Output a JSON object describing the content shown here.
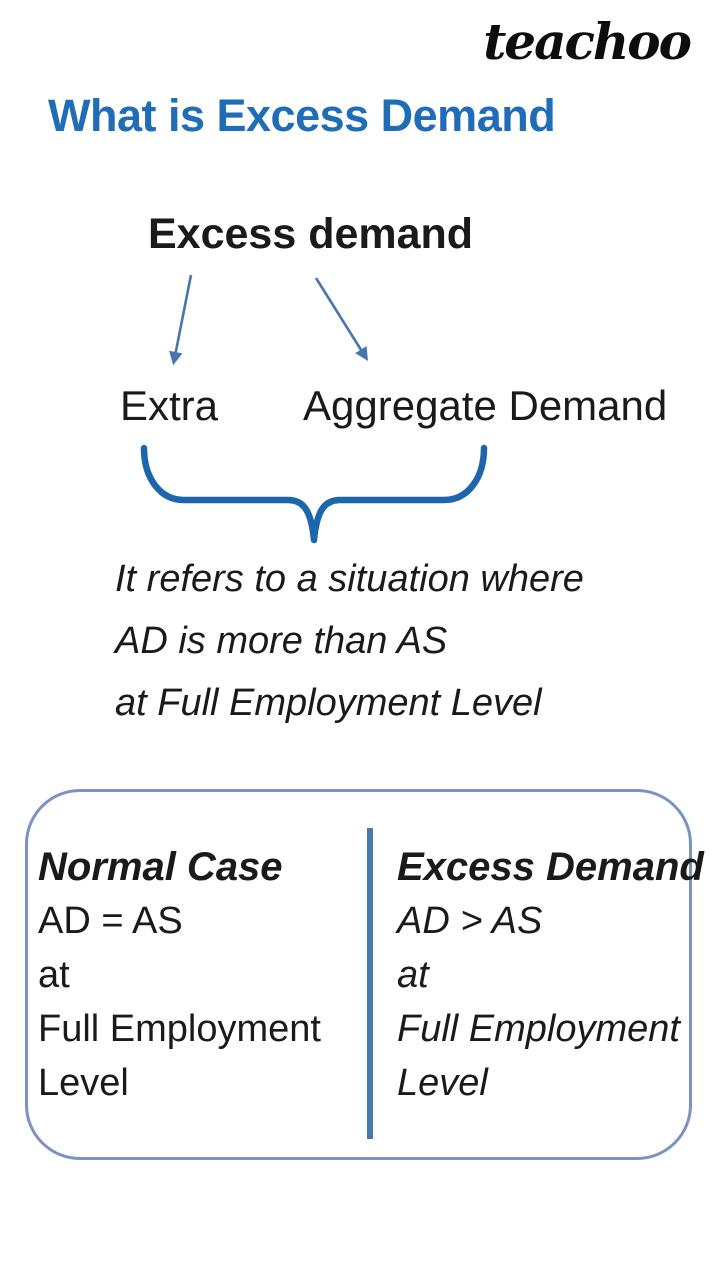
{
  "logo": {
    "text": "teachoo"
  },
  "header": {
    "title": "What is Excess Demand"
  },
  "concept": {
    "root_label": "Excess demand",
    "branches": [
      "Extra",
      "Aggregate Demand"
    ]
  },
  "definition": {
    "lines": [
      "It refers to a situation where",
      "AD is more than AS",
      "at Full Employment Level"
    ]
  },
  "comparison": {
    "left": {
      "title": "Normal Case",
      "lines": [
        "AD = AS",
        "at",
        "Full Employment",
        "Level"
      ]
    },
    "right": {
      "title": "Excess Demand",
      "lines": [
        "AD > AS",
        "at",
        "Full Employment",
        "Level"
      ]
    }
  },
  "colors": {
    "title_blue": "#1e6db6",
    "brace_blue": "#1c66ae",
    "arrow_blue": "#4a76ae",
    "box_border_blue": "#7a93c0",
    "divider_blue": "#4b77b3",
    "ink": "#1a1a1a",
    "background": "#ffffff"
  }
}
